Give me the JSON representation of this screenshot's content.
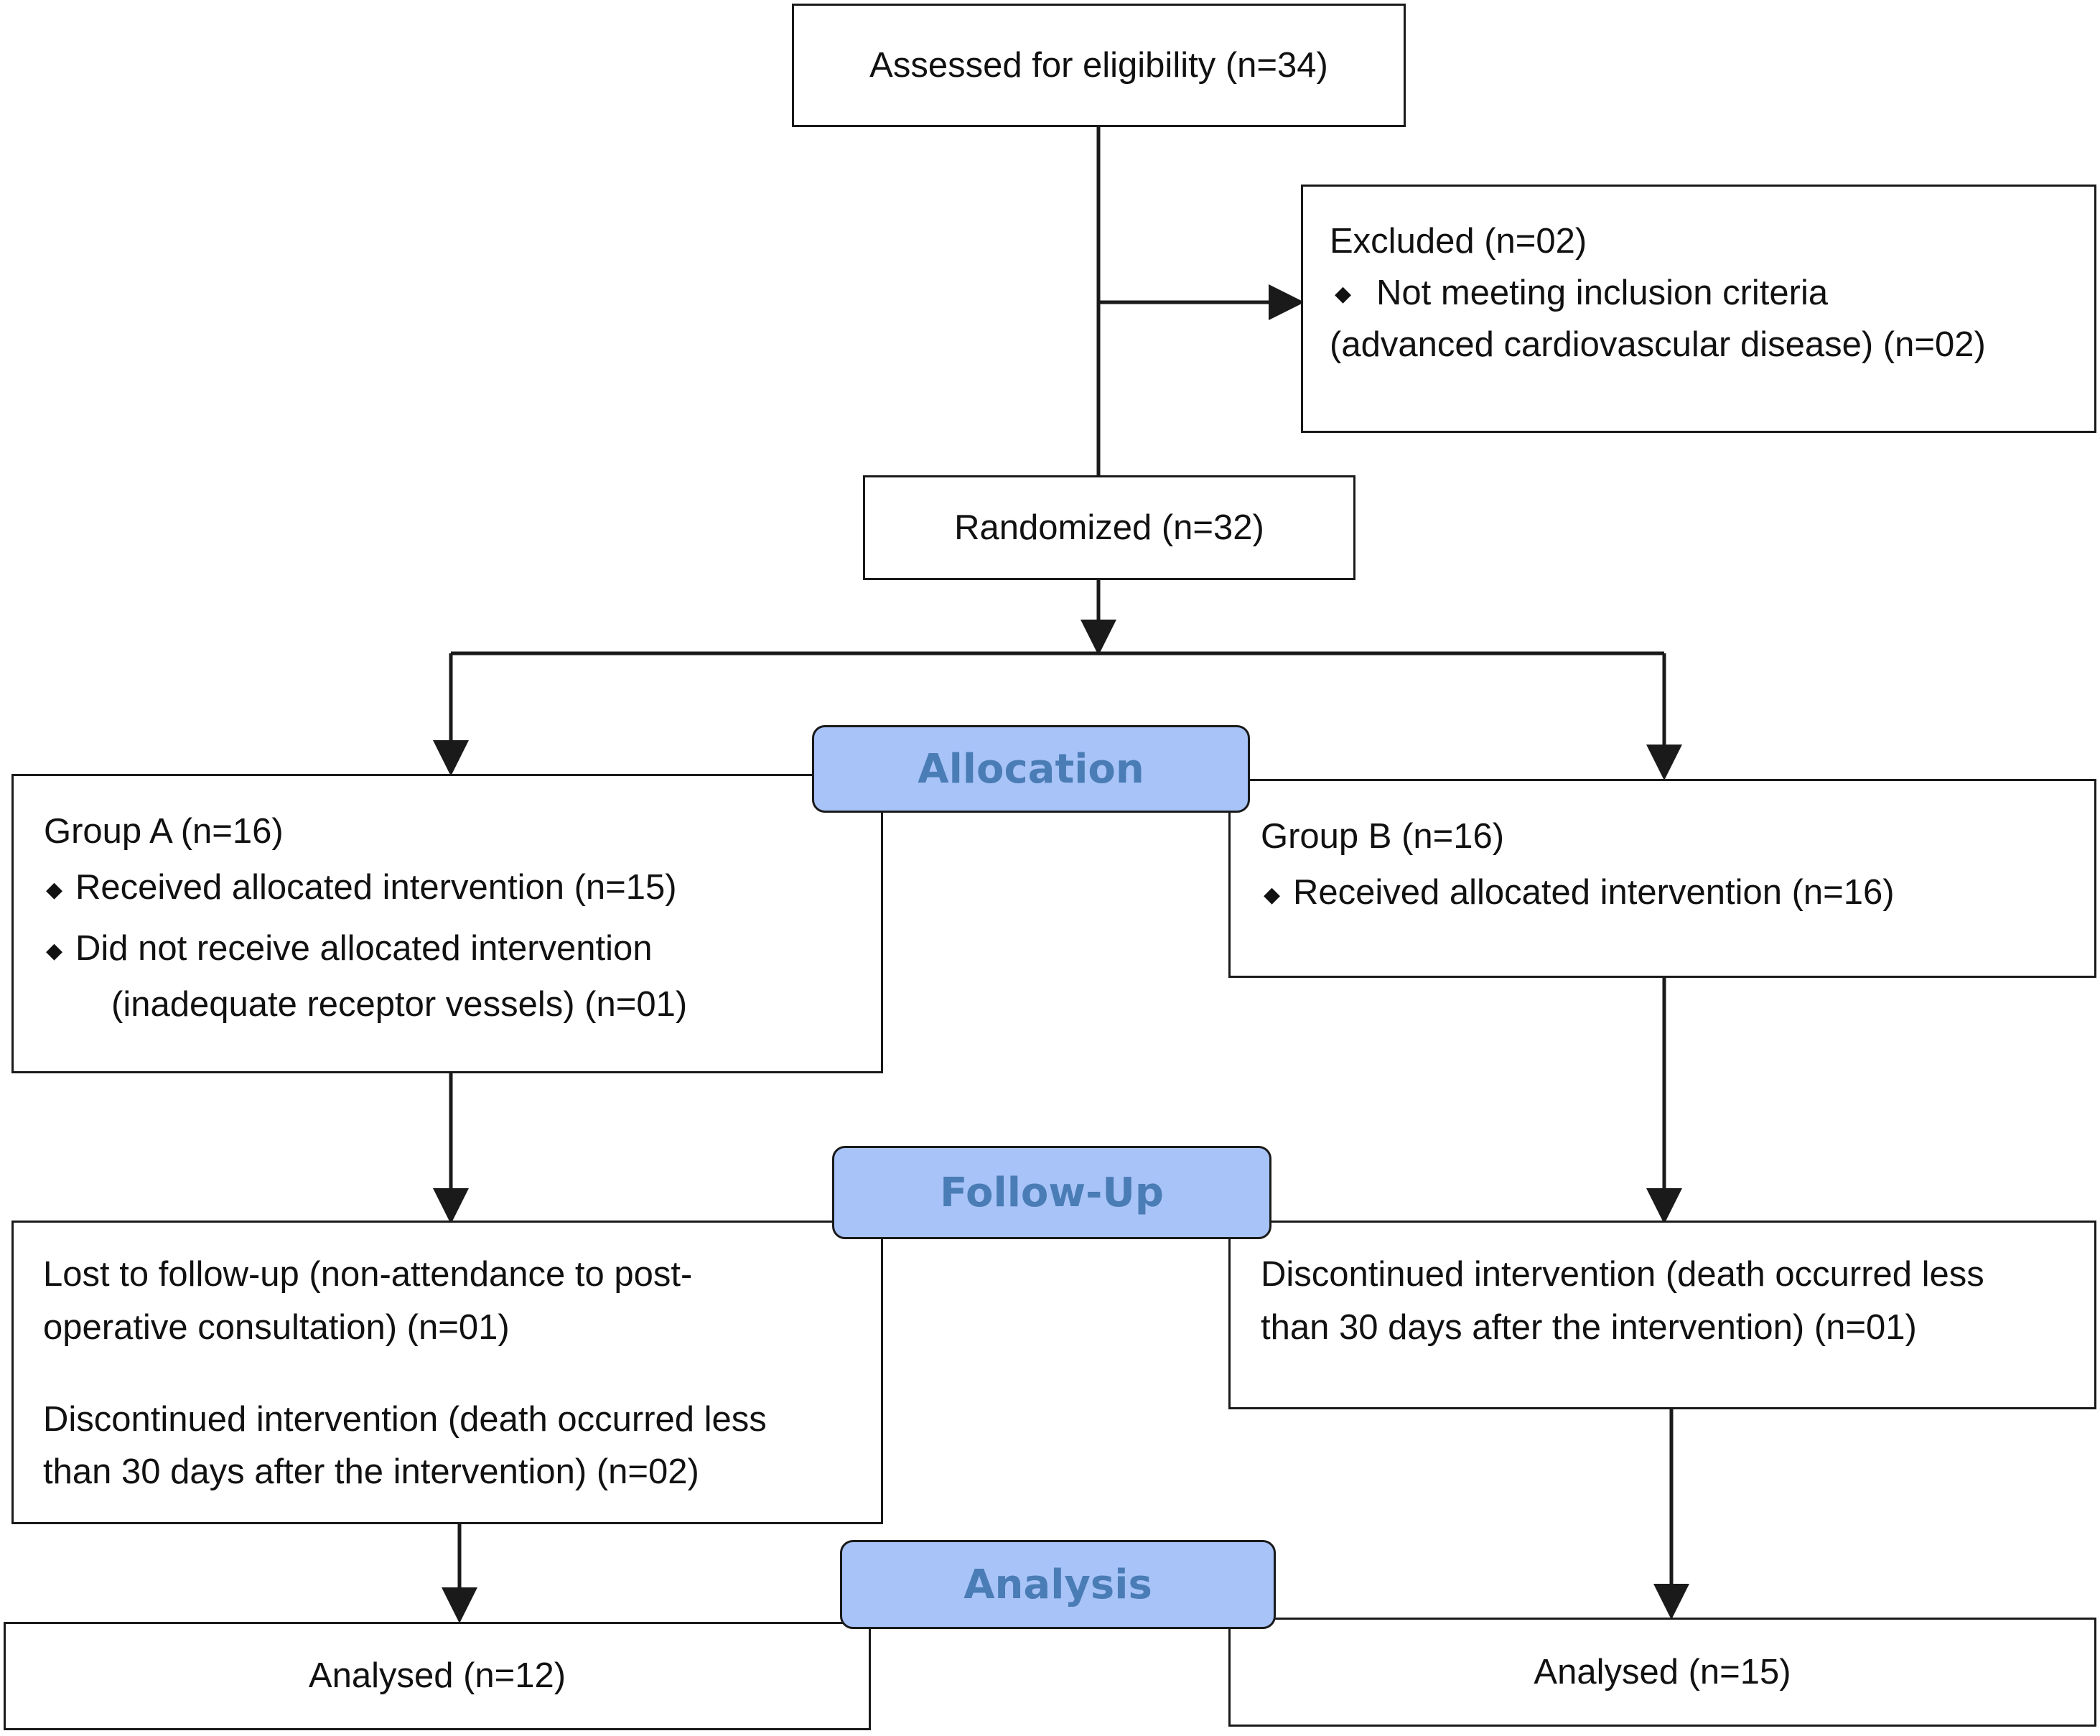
{
  "enrollment": {
    "assessed": "Assessed for eligibility (n=34)",
    "excluded_title": "Excluded (n=02)",
    "excluded_reason_line1": "Not meeting inclusion criteria",
    "excluded_reason_line2": "(advanced cardiovascular disease) (n=02)",
    "randomized": "Randomized (n=32)"
  },
  "stages": {
    "allocation": "Allocation",
    "follow_up": "Follow-Up",
    "analysis": "Analysis"
  },
  "group_a": {
    "title": "Group A (n=16)",
    "received": "Received allocated intervention (n=15)",
    "not_received_line1": "Did not receive allocated intervention",
    "not_received_line2": "(inadequate receptor vessels) (n=01)",
    "lost_line1": "Lost to follow-up (non-attendance to post-",
    "lost_line2": "operative consultation) (n=01)",
    "discontinued_line1": "Discontinued intervention (death occurred less",
    "discontinued_line2": "than 30 days after the intervention) (n=02)",
    "analysed": "Analysed (n=12)"
  },
  "group_b": {
    "title": "Group B (n=16)",
    "received": "Received allocated intervention (n=16)",
    "discontinued_line1": "Discontinued intervention (death occurred less",
    "discontinued_line2": "than 30 days after the intervention) (n=01)",
    "analysed": "Analysed (n=15)"
  },
  "colors": {
    "stage_fill": "#a7c3f7",
    "stage_text": "#4a7cb5",
    "line": "#1a1a1a"
  }
}
